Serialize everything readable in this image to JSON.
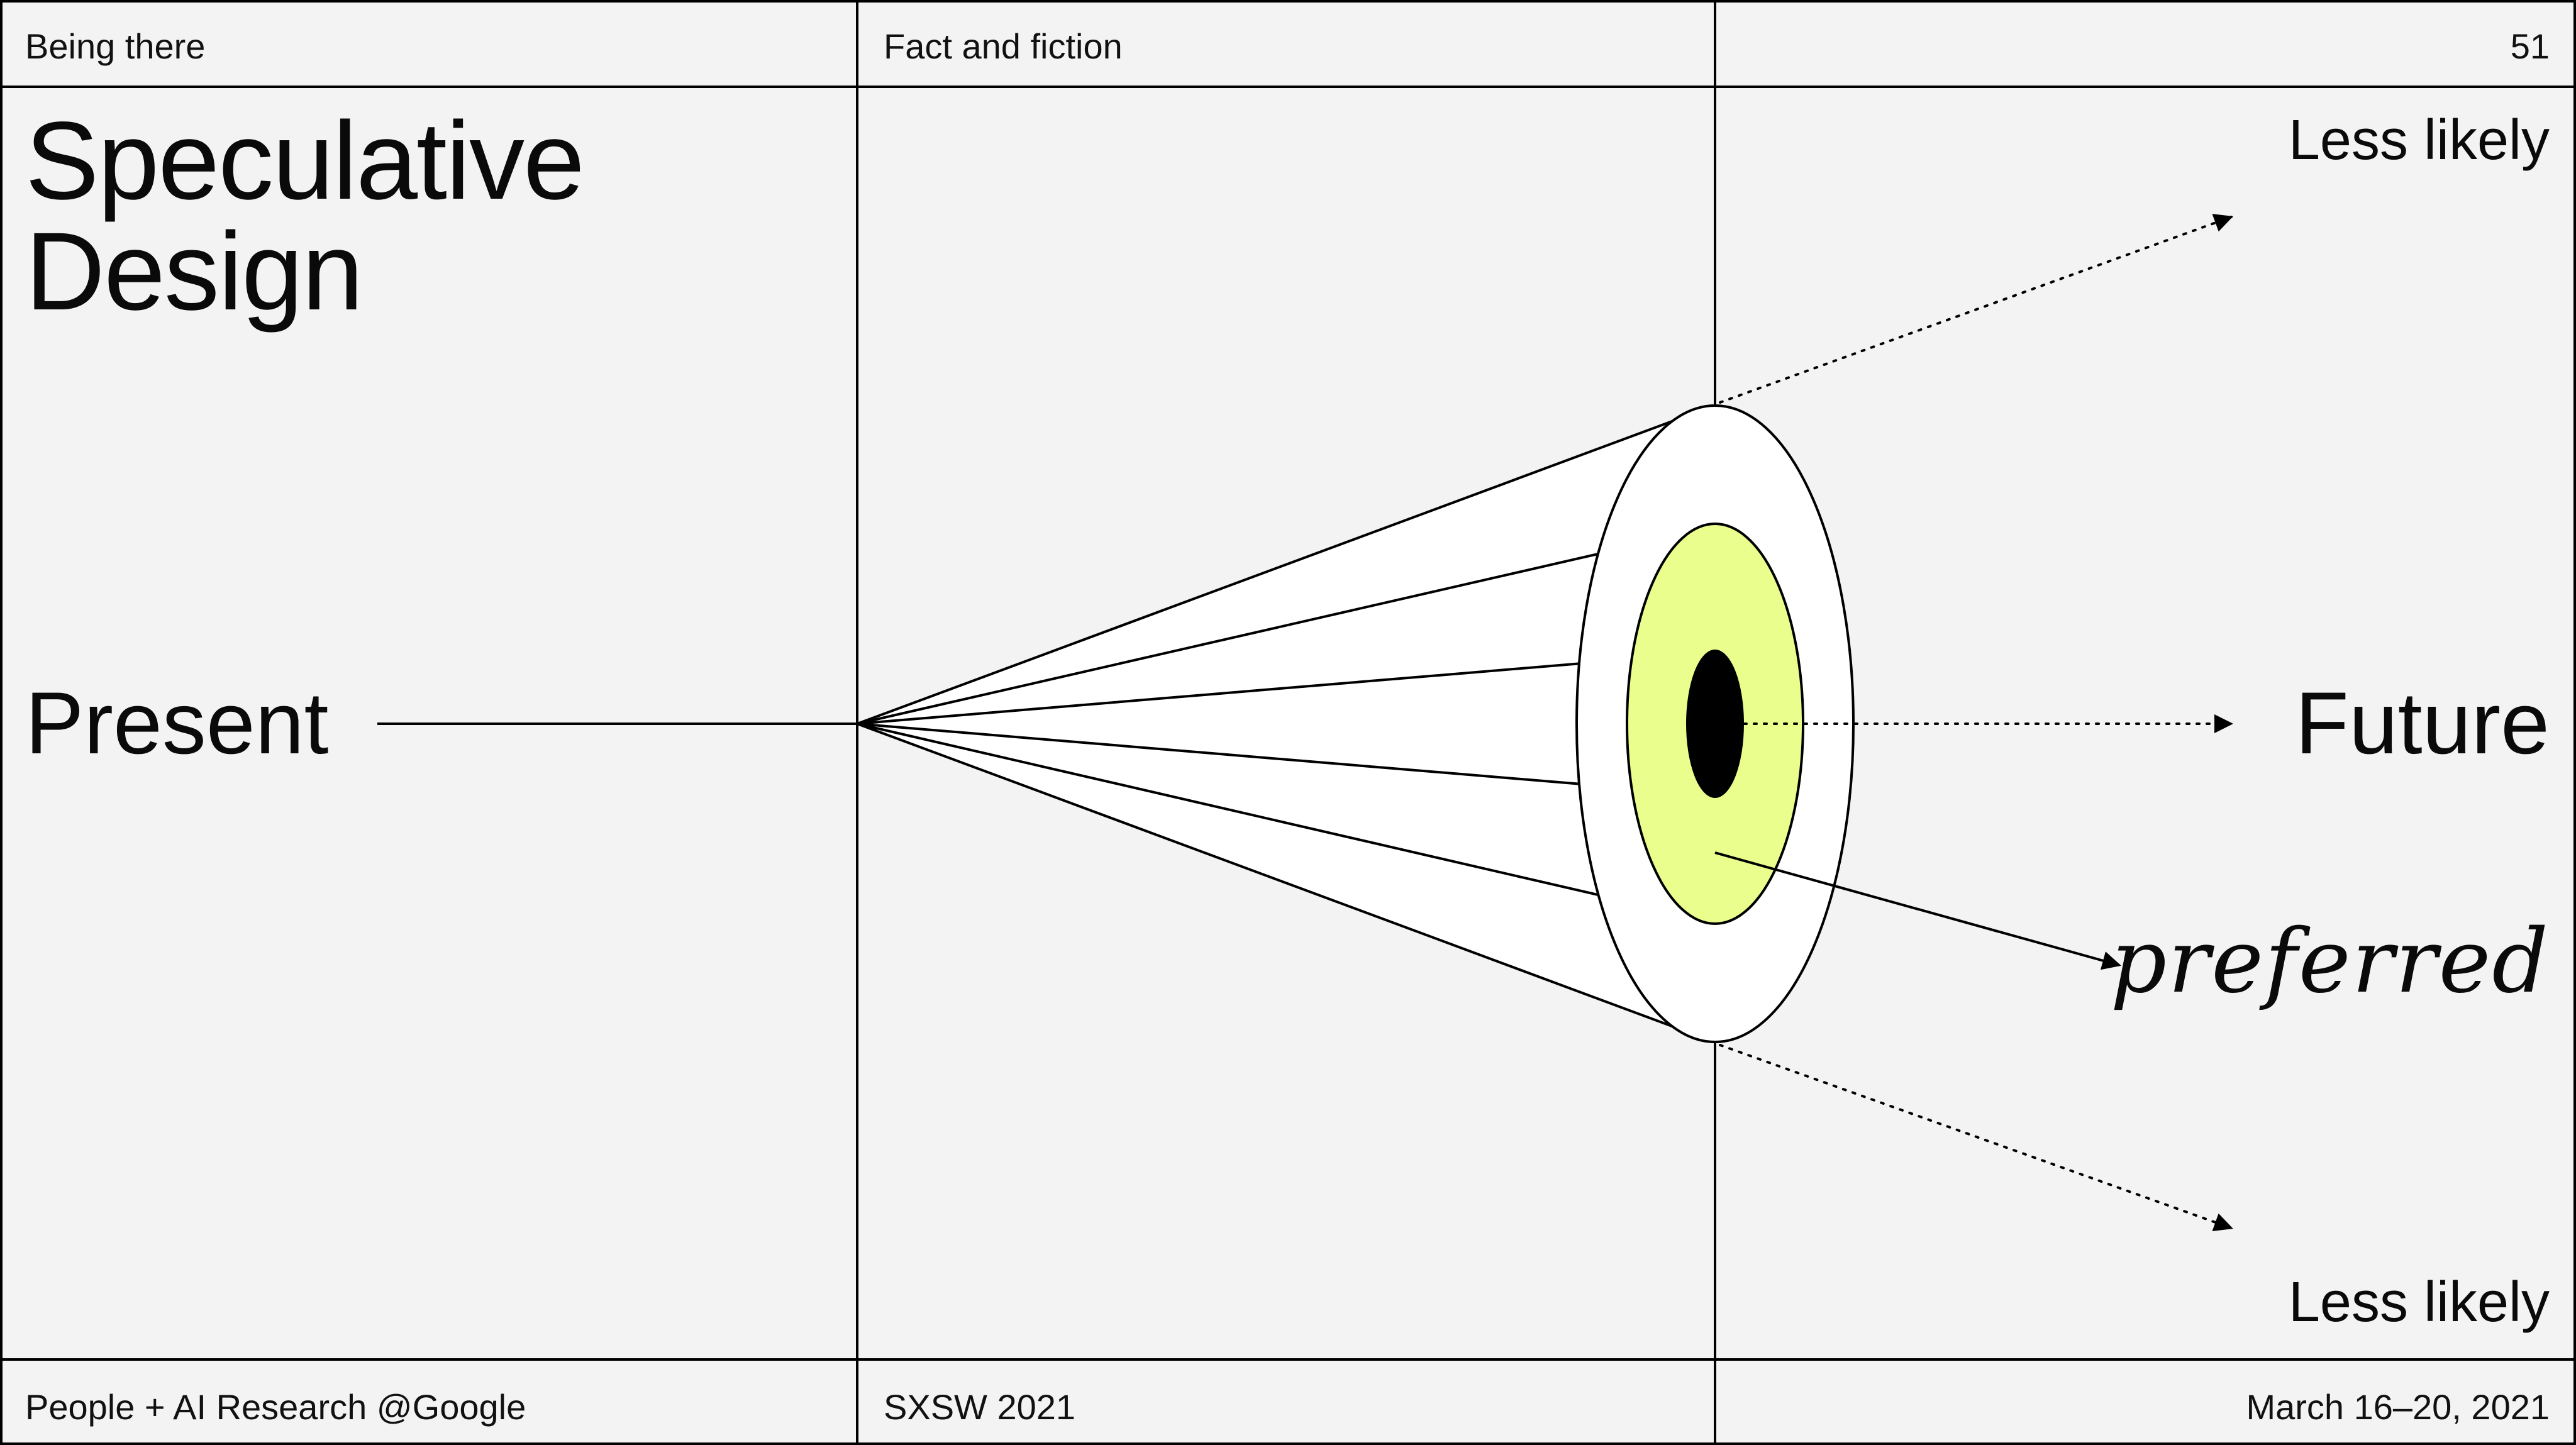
{
  "header": {
    "left": "Being there",
    "center": "Fact and fiction",
    "page_number": "51"
  },
  "title": {
    "line1": "Speculative",
    "line2": "Design"
  },
  "diagram": {
    "start_label": "Present",
    "end_label": "Future",
    "preferred_label": "preferred",
    "less_likely_top": "Less likely",
    "less_likely_bottom": "Less likely",
    "colors": {
      "inner_ring": "#e9fe8c",
      "cone_fill": "#ffffff",
      "line": "#000000"
    }
  },
  "footer": {
    "left": "People + AI Research @Google",
    "center": "SXSW 2021",
    "right": "March 16–20, 2021"
  }
}
